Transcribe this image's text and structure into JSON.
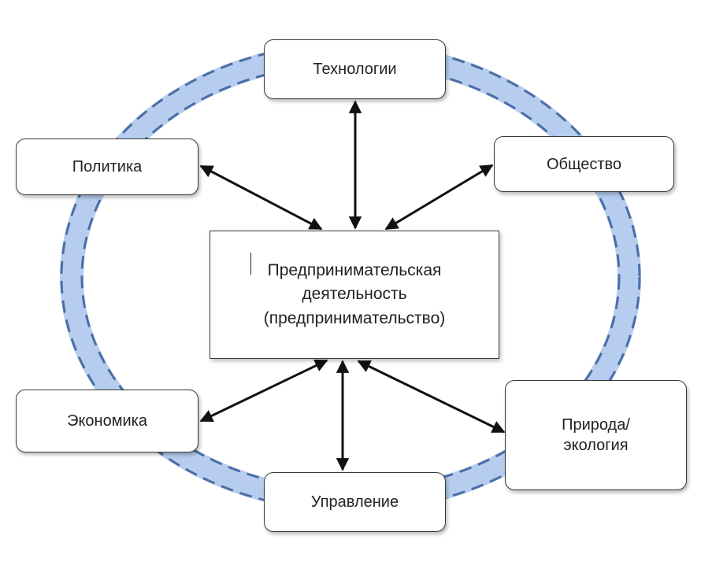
{
  "diagram": {
    "center": "Предпринимательская\nдеятельность\n(предпринимательство)",
    "nodes": {
      "technology": "Технологии",
      "politics": "Политика",
      "society": "Общество",
      "economy": "Экономика",
      "nature": "Природа/\nэкология",
      "management": "Управление"
    }
  },
  "colors": {
    "ring_fill": "#a9c4ec",
    "ring_dash": "#4a6fa5",
    "arrow": "#111111",
    "box_border": "#3a3a3a"
  }
}
